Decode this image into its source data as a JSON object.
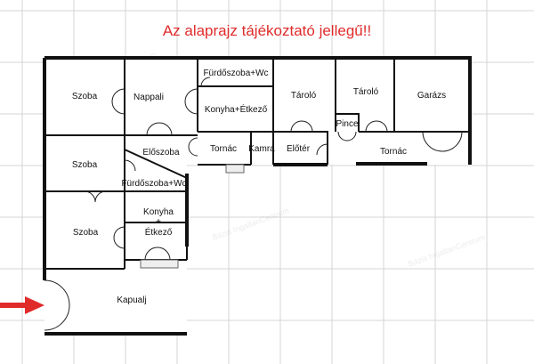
{
  "title": "Az alaprajz tájékoztató jellegű!!",
  "watermark": "Bázis IngatlanCentrum",
  "colors": {
    "title": "#e02b2b",
    "arrow": "#e02b2b",
    "walls": "#111111",
    "grid": "#d4d4d4"
  },
  "rooms": {
    "szoba_1": "Szoba",
    "nappali": "Nappali",
    "furdo_1": "Fürdőszoba+Wc",
    "konyha_1": "Konyha+Étkező",
    "eloszoba": "Előszoba",
    "tornac_1": "Tornác",
    "kamra": "Kamra",
    "tarolo_1": "Tároló",
    "eloter": "Előtér",
    "pince": "Pince",
    "tarolo_2": "Tároló",
    "garazs": "Garázs",
    "tornac_2": "Tornác",
    "szoba_2": "Szoba",
    "furdo_2": "Fürdőszoba+Wc",
    "szoba_3": "Szoba",
    "konyha_2_line1": "Konyha",
    "konyha_2_line2": "+",
    "konyha_2_line3": "Étkező",
    "kapualj": "Kapualj"
  },
  "entrance_marker": "arrow-right-icon"
}
